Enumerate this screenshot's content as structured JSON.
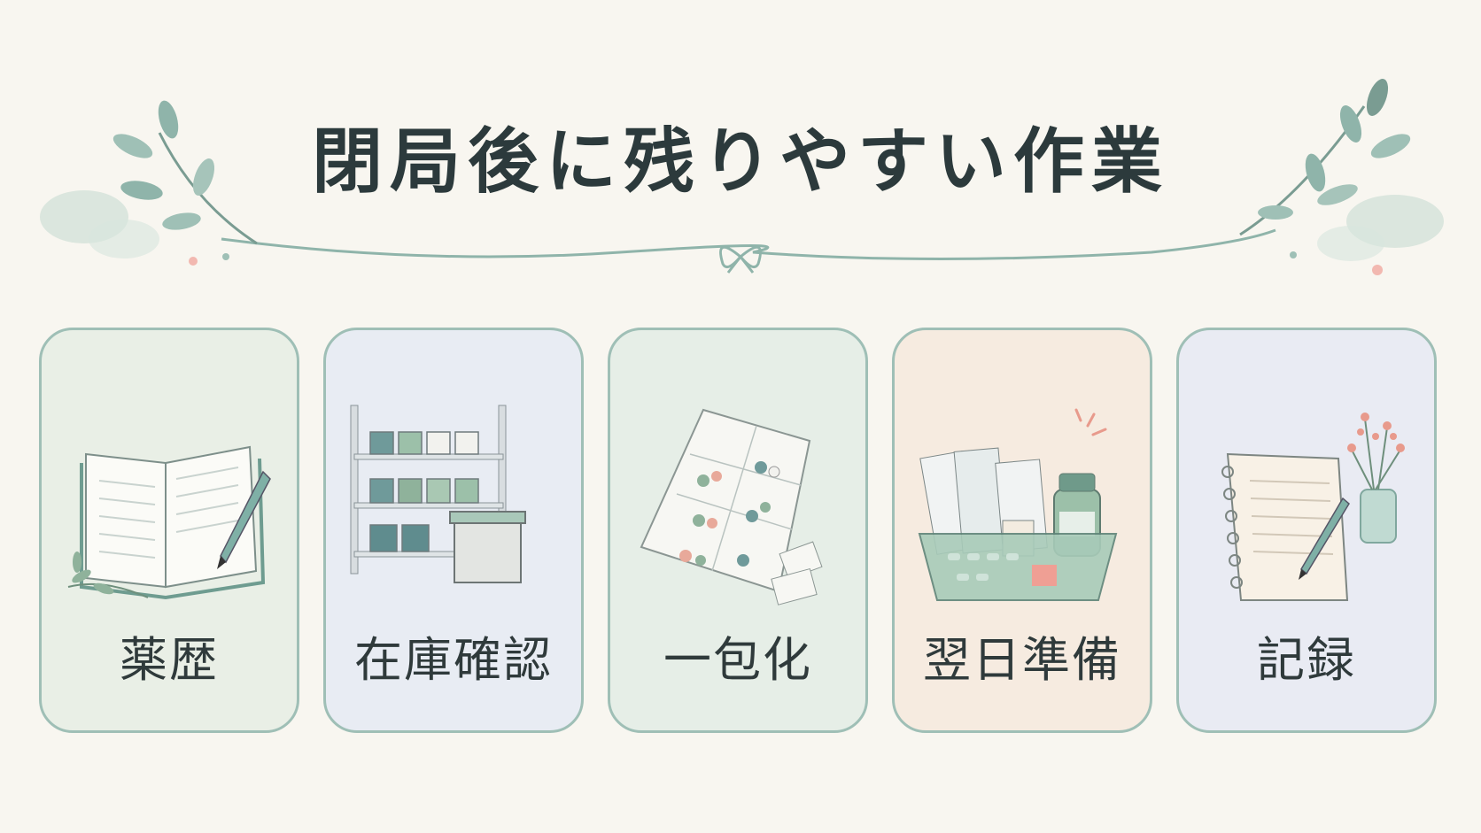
{
  "title": "閉局後に残りやすい作業",
  "cards": [
    {
      "label": "薬歴",
      "icon": "notebook-icon"
    },
    {
      "label": "在庫確認",
      "icon": "shelf-icon"
    },
    {
      "label": "一包化",
      "icon": "pill-packet-icon"
    },
    {
      "label": "翌日準備",
      "icon": "basket-icon"
    },
    {
      "label": "記録",
      "icon": "notepad-icon"
    }
  ],
  "colors": {
    "background": "#f8f6f0",
    "card_border": "#9fbfb6",
    "text": "#2c3a3c",
    "accent_green": "#6e9c90"
  }
}
